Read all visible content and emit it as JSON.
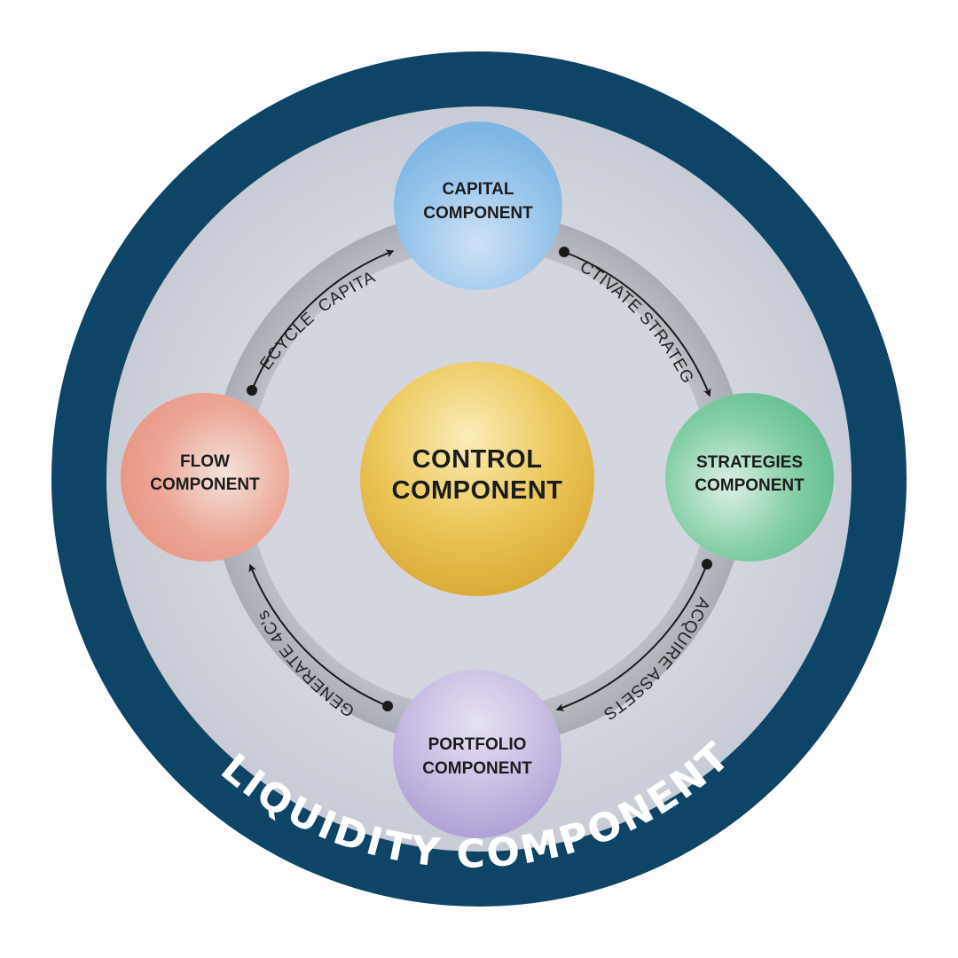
{
  "outer_ring": {
    "label": "LIQUIDITY COMPONENT",
    "color": "#0e4566"
  },
  "center": {
    "line1": "CONTROL",
    "line2": "COMPONENT",
    "color": "#e8c24e"
  },
  "nodes": {
    "capital": {
      "line1": "CAPITAL",
      "line2": "COMPONENT",
      "color": "#8cc0ea"
    },
    "strategies": {
      "line1": "STRATEGIES",
      "line2": "COMPONENT",
      "color": "#6cc499"
    },
    "portfolio": {
      "line1": "PORTFOLIO",
      "line2": "COMPONENT",
      "color": "#bdb0dc"
    },
    "flow": {
      "line1": "FLOW",
      "line2": "COMPONENT",
      "color": "#eea394"
    }
  },
  "flows": {
    "capital_to_strategies": "ACTIVATE STRATEGY",
    "strategies_to_portfolio": "ACQUIRE ASSETS",
    "portfolio_to_flow": "GENERATE 4C's",
    "flow_to_capital": "RECYCLE  CAPITAL"
  }
}
